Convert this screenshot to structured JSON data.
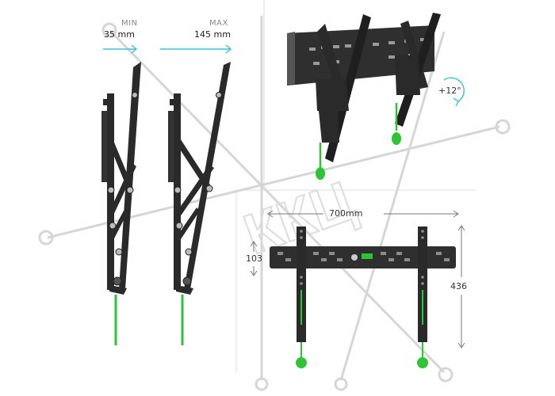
{
  "depth": {
    "min_label": "MIN",
    "min_value": "35 mm",
    "max_label": "MAX",
    "max_value": "145 mm"
  },
  "tilt": {
    "label": "+12°"
  },
  "dimensions": {
    "width": "700mm",
    "height_left": "103",
    "height_right": "436"
  },
  "watermark": "ККЦ",
  "colors": {
    "accent_cyan": "#3cc0d8",
    "bracket": "#2a2a2a",
    "green": "#2fc435",
    "watermark": "#d8d8d8"
  }
}
